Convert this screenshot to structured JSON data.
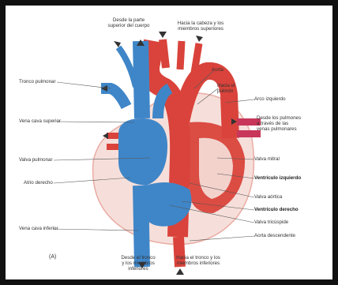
{
  "labels": {
    "top_left": "Desde la parte\nsuperior del cuerpo",
    "top_right": "Hacia la cabeza y los\nmiembros superiores",
    "aorta": "Aorta",
    "hacia_pulmon": "Hacia el\npulmón",
    "tronco_pulmonar": "Tronco pulmonar",
    "arco_izquierdo": "Arco izquierdo",
    "vena_cava_superior": "Vena cava superior",
    "desde_pulmones": "Desde los pulmones\na través de las\nvenas pulmonares",
    "valva_pulmonar": "Valva pulmonar",
    "valva_mitral": "Valva mitral",
    "atrio_derecho": "Atrio derecho",
    "ventriculo_izquierdo": "Ventrículo izquierdo",
    "valva_aortica": "Valva aórtica",
    "ventriculo_derecho": "Ventrículo derecho",
    "valva_tricuspide": "Valva tricúspide",
    "vena_cava_inferior": "Vena cava inferior",
    "aorta_descendente": "Aorta descendente",
    "bottom_left": "Desde el tronco\ny los miembros\ninferiores",
    "bottom_right": "Hacia el tronco y los\nmiembros inferiores",
    "panel": "(A)"
  },
  "colors": {
    "venous_blue": "#3f86c8",
    "arterial_red": "#d9433b",
    "pale_pink": "#f3d2cc",
    "outline": "#e8a49b"
  }
}
